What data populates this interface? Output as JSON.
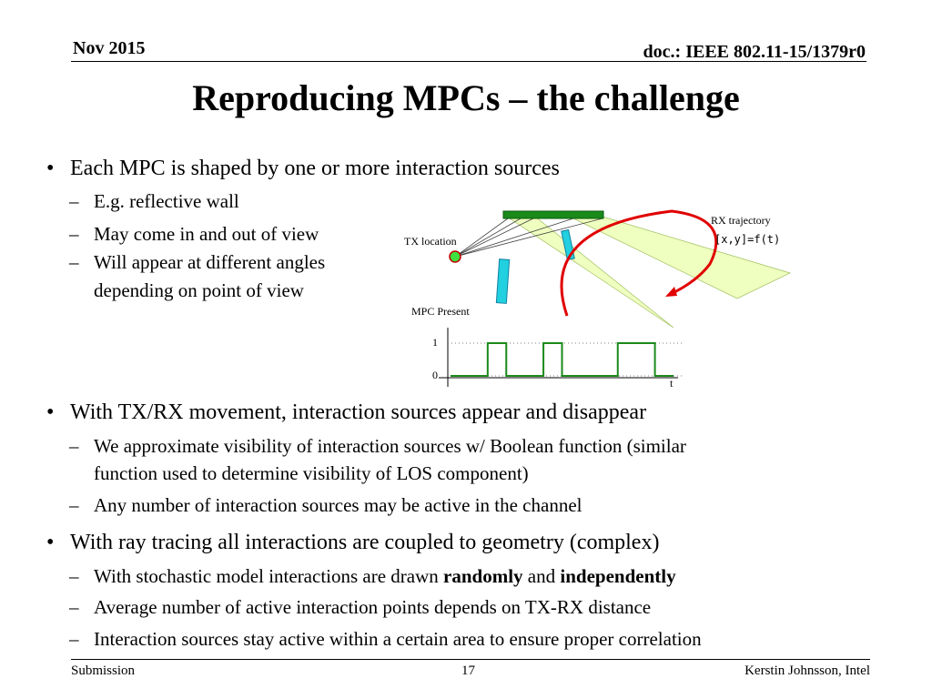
{
  "header": {
    "date": "Nov 2015",
    "doc": "doc.: IEEE 802.11-15/1379r0"
  },
  "title": "Reproducing MPCs – the challenge",
  "section1": {
    "bullet": "Each MPC is shaped by one or more interaction sources",
    "subs": [
      "E.g. reflective wall",
      "May come in and out of view",
      "Will appear at different angles",
      "depending on point of view"
    ]
  },
  "diagram": {
    "rx_label": "RX trajectory",
    "rx_eq": "[x,y]=f(t)",
    "tx_label": "TX location",
    "mpc_label": "MPC Present",
    "y_tick_1": "1",
    "y_tick_0": "0",
    "x_axis": "t",
    "mpc_presence": [
      0,
      0,
      1,
      0,
      0,
      1,
      0,
      0,
      0,
      1,
      1,
      0
    ],
    "colors": {
      "wall": "#1a8a1a",
      "beam": "#efffbf",
      "object": "#22d0e0",
      "trajectory": "#e00000",
      "signal": "#1a8a1a",
      "tx": "#40e040"
    }
  },
  "section2": {
    "bullet": "With TX/RX movement, interaction sources appear and disappear",
    "sub1a": "We approximate visibility of interaction sources w/ Boolean function (similar",
    "sub1b": "function used to determine visibility of LOS component)",
    "sub2": "Any number of interaction sources may be active in the channel"
  },
  "section3": {
    "bullet": "With ray tracing all interactions are coupled to geometry (complex)",
    "sub1_pre": "With stochastic model interactions are drawn ",
    "sub1_b1": "randomly",
    "sub1_mid": " and ",
    "sub1_b2": "independently",
    "sub2": "Average number of active interaction points depends on TX-RX distance",
    "sub3": "Interaction sources stay active within a certain area to ensure proper correlation"
  },
  "footer": {
    "left": "Submission",
    "page": "17",
    "right": "Kerstin Johnsson, Intel"
  }
}
